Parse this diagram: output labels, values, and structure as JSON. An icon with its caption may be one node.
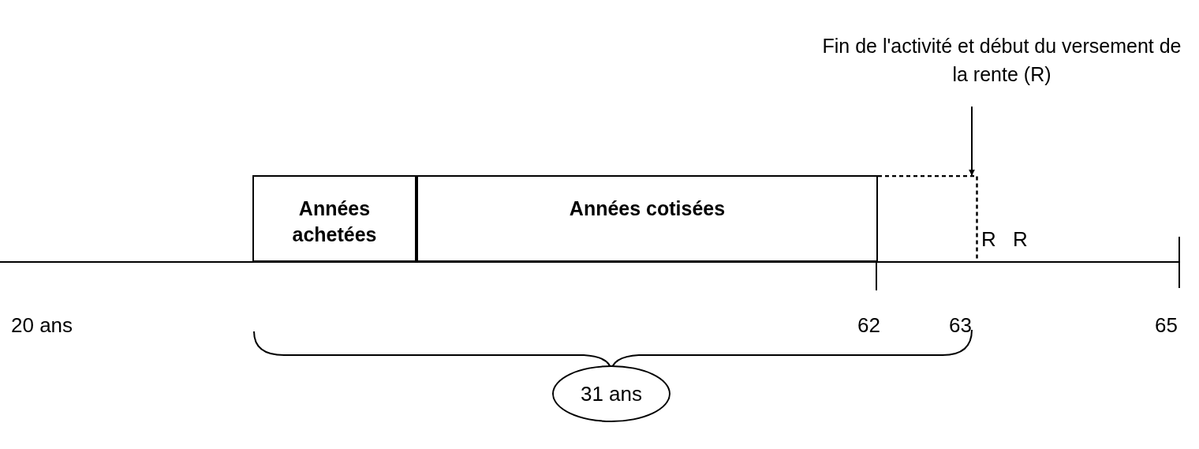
{
  "diagram": {
    "nodes": [
      {
        "text": [
          "Fin de l'activité et début du versement de la rente (R)"
        ]
      },
      {
        "text": [],
        "shape": "box"
      },
      {
        "text": [
          "Années achetées"
        ]
      },
      {
        "text": [
          "Années cotisées"
        ]
      },
      {
        "text": [
          "31 ans"
        ]
      }
    ],
    "edges": [
      {
        "from": 0,
        "to": 1,
        "arrow": "to"
      }
    ],
    "labels": [
      "R",
      "R",
      "20 ans",
      "62",
      "63",
      "65"
    ]
  }
}
